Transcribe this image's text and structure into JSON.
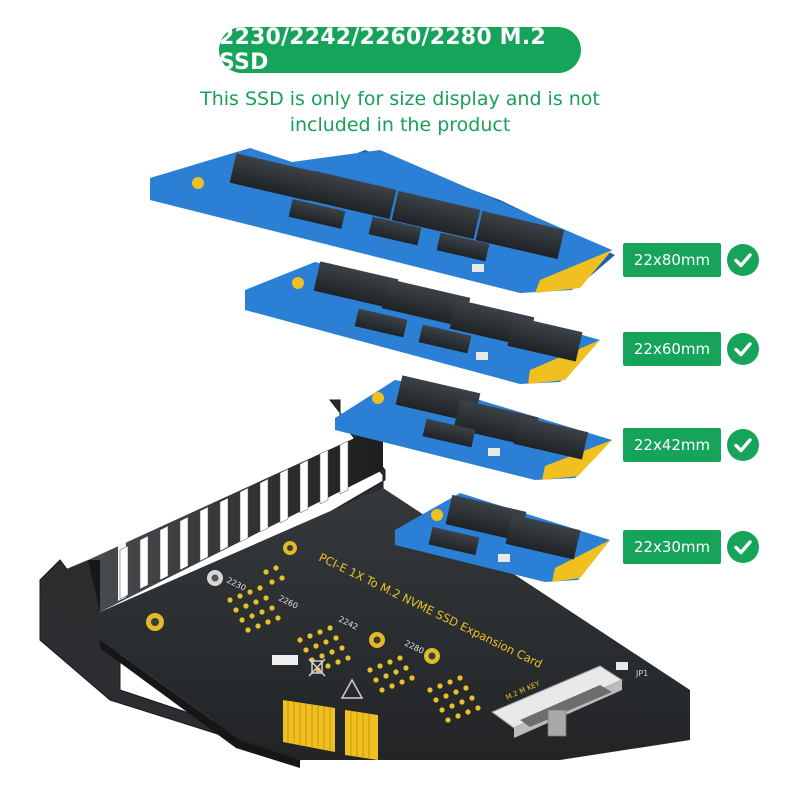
{
  "header": {
    "title": "2230/2242/2260/2280 M.2 SSD",
    "subtitle_line1": "This SSD is only for size display and is not",
    "subtitle_line2": "included in the product"
  },
  "sizes": [
    {
      "label": "22x80mm",
      "supported": true
    },
    {
      "label": "22x60mm",
      "supported": true
    },
    {
      "label": "22x42mm",
      "supported": true
    },
    {
      "label": "22x30mm",
      "supported": true
    }
  ],
  "card": {
    "silkscreen": "PCI-E 1X To M.2 NVME SSD Expansion Card",
    "marks": [
      "2230",
      "2242",
      "2260",
      "2280"
    ],
    "slot_label": "M.2 M KEY",
    "jp_label": "JP1"
  },
  "colors": {
    "accent": "#16a35a",
    "ssd_pcb": "#2b7fd4",
    "chip": "#2e3338",
    "gold": "#f0c020",
    "card_pcb": "#2a2d30"
  },
  "icons": {
    "check": "check-circle-icon"
  }
}
